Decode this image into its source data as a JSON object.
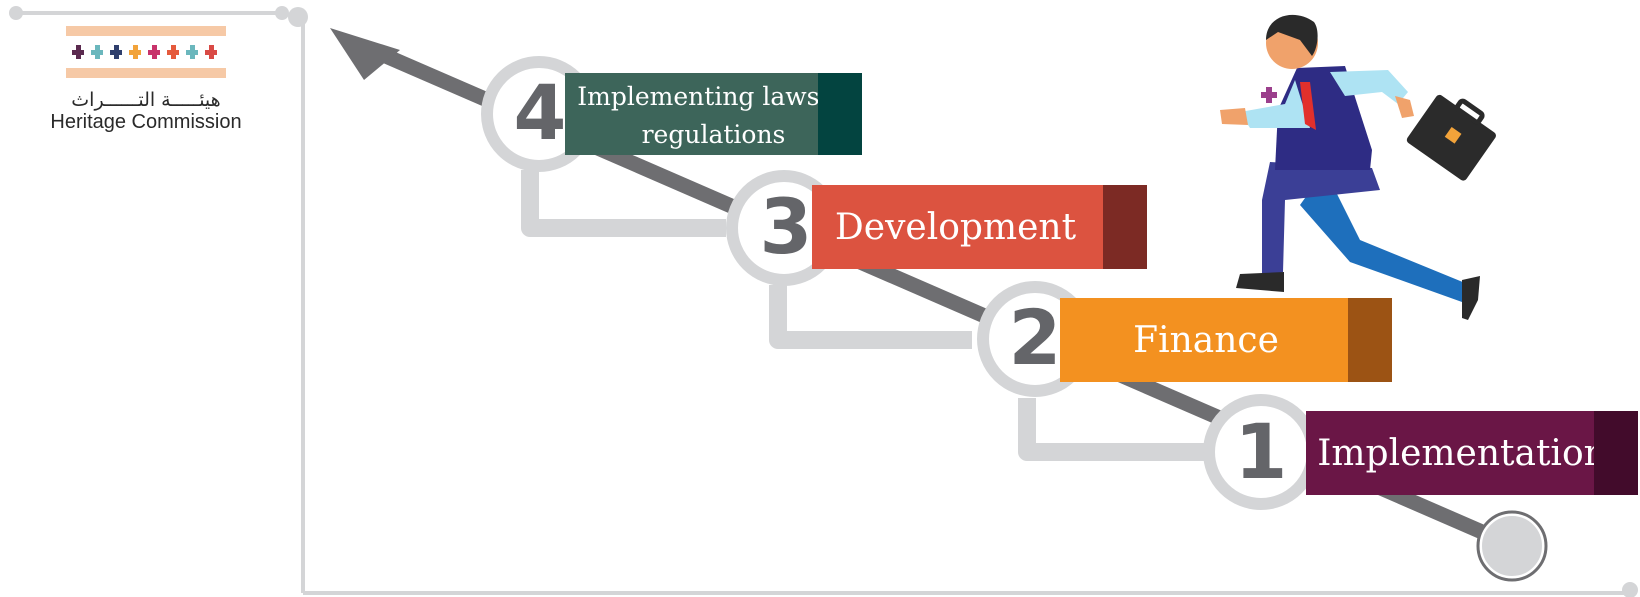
{
  "logo": {
    "arabic": "هيئـــــة التــــــراث",
    "english": "Heritage Commission",
    "pattern_colors": [
      "#5b2a4f",
      "#6bb7bd",
      "#2f3f6d",
      "#f2a33a",
      "#c8336b",
      "#e55a3c",
      "#6bb7bd",
      "#d94a45"
    ]
  },
  "steps": [
    {
      "number": "1",
      "label": "Implementation",
      "color": "#6a1646",
      "dark": "#420b2b"
    },
    {
      "number": "2",
      "label": "Finance",
      "color": "#f39120",
      "dark": "#9c5314"
    },
    {
      "number": "3",
      "label": "Development",
      "color": "#dc5340",
      "dark": "#7c2a24"
    },
    {
      "number": "4",
      "label": "Implementing laws & regulations",
      "label_line1": "Implementing laws &",
      "label_line2": "regulations",
      "color": "#3d655a",
      "dark": "#034440"
    }
  ],
  "colors": {
    "arrow": "#6e6e71",
    "connector": "#d4d5d7",
    "frame": "#d4d5d7"
  }
}
